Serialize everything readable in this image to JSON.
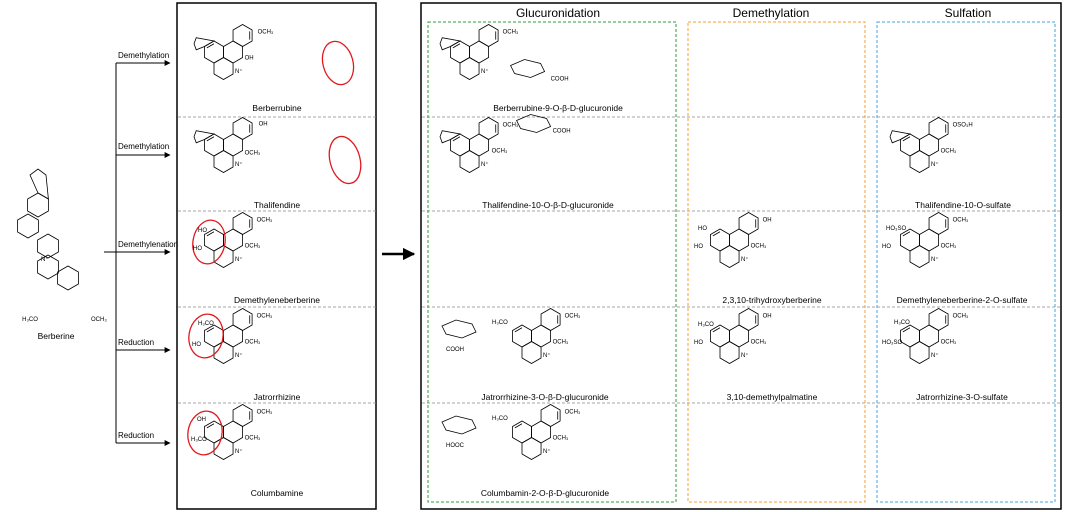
{
  "headers": {
    "glucuronidation": "Glucuronidation",
    "demethylation": "Demethylation",
    "sulfation": "Sulfation"
  },
  "source": {
    "name": "Berberine",
    "substituents": {
      "h3co": "H₃CO",
      "och3": "OCH₃"
    }
  },
  "pathways": [
    {
      "reaction": "Demethylation",
      "product": "Berberrubine"
    },
    {
      "reaction": "Demethylation",
      "product": "Thalifendine"
    },
    {
      "reaction": "Demethylenation",
      "product": "Demethyleneberberine"
    },
    {
      "reaction": "Reduction",
      "product": "Jatrorrhizine"
    },
    {
      "reaction": "Reduction",
      "product": "Columbamine"
    }
  ],
  "metabolites": {
    "glucuronidation": [
      "Berberrubine-9-O-β-D-glucuronide",
      "Thalifendine-10-O-β-D-glucuronide",
      "",
      "Jatrorrhizine-3-O-β-D-glucuronide",
      "Columbamin-2-O-β-D-glucuronide"
    ],
    "demethylation": [
      "",
      "",
      "2,3,10-trihydroxyberberine",
      "3,10-demethylpalmatine",
      ""
    ],
    "sulfation": [
      "",
      "Thalifendine-10-O-sulfate",
      "Demethyleneberberine-2-O-sulfate",
      "Jatrorrhizine-3-O-sulfate",
      ""
    ]
  },
  "group_labels": {
    "oh": "OH",
    "och3": "OCH₃",
    "h3co": "H₃CO",
    "ho": "HO",
    "oso3h": "OSO₃H",
    "ho3so": "HO₃SO",
    "cooh": "COOH",
    "hooc": "HOOC",
    "nplus": "N⁺"
  },
  "colors": {
    "highlight_circle": "#e0191f",
    "glucuronidation_box": "#2e9d3a",
    "demethylation_box": "#f0a030",
    "sulfation_box": "#4aa3d8",
    "row_divider": "#888888"
  }
}
